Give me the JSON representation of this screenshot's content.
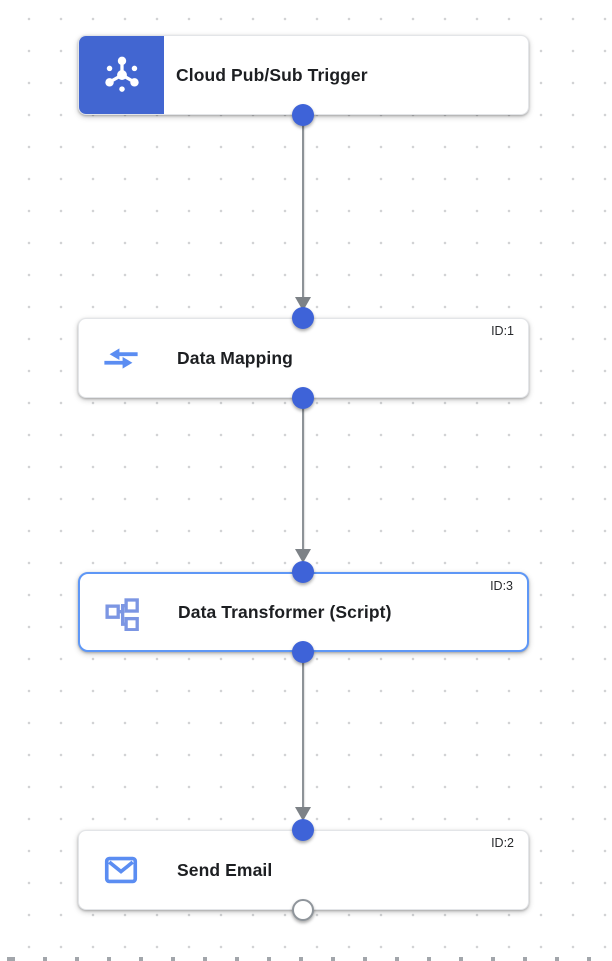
{
  "canvas": {
    "kind": "integration-workflow-editor",
    "grid": "dotted",
    "colors": {
      "trigger_block_blue": "#4266d1",
      "port_blue": "#3e63d8",
      "selected_border_blue": "#5e97f6",
      "icon_blue": "#5b8df2",
      "transformer_icon_blue": "#7c96e3",
      "connector_gray": "#8d9297",
      "grid_dot_gray": "#d2d3d5",
      "title_text": "#1d1f22"
    }
  },
  "nodes": [
    {
      "key": "cloud-pubsub-trigger",
      "kind": "trigger",
      "title": "Cloud Pub/Sub Trigger",
      "icon": "pubsub-icon",
      "selected": false
    },
    {
      "key": "data-mapping",
      "kind": "task",
      "title": "Data Mapping",
      "id_label": "ID:1",
      "icon": "data-mapping-icon",
      "selected": false
    },
    {
      "key": "data-transformer",
      "kind": "task",
      "title": "Data Transformer (Script)",
      "id_label": "ID:3",
      "icon": "data-transformer-icon",
      "selected": true
    },
    {
      "key": "send-email",
      "kind": "task",
      "title": "Send Email",
      "id_label": "ID:2",
      "icon": "send-email-icon",
      "selected": false
    }
  ],
  "edges": [
    {
      "from": "cloud-pubsub-trigger",
      "to": "data-mapping"
    },
    {
      "from": "data-mapping",
      "to": "data-transformer"
    },
    {
      "from": "data-transformer",
      "to": "send-email"
    }
  ],
  "ports": {
    "connected_style": "filled-blue-dot",
    "open_style": "white-dot-gray-ring",
    "open_port_node": "send-email"
  }
}
